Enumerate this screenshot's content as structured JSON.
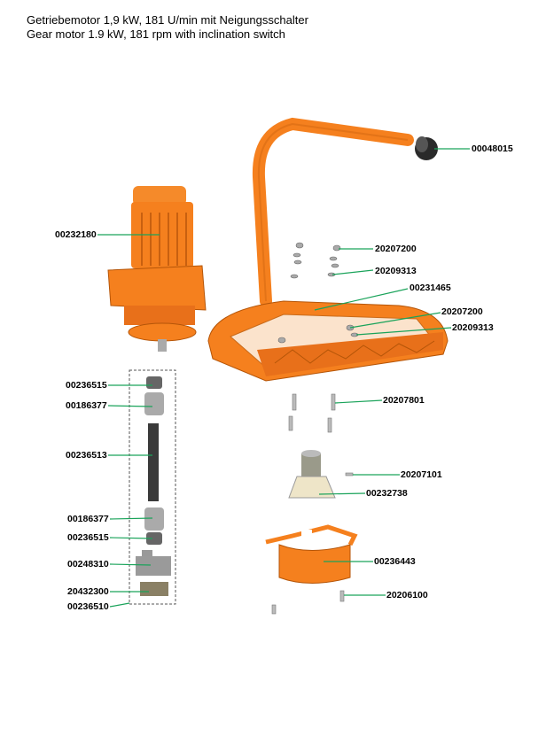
{
  "title": {
    "de": "Getriebemotor 1,9 kW, 181 U/min mit Neigungsschalter",
    "en": "Gear motor 1.9 kW, 181 rpm with inclination switch"
  },
  "colors": {
    "part": "#f5801e",
    "leader": "#1aa35a",
    "grey_part": "#8a8a8a",
    "dark_part": "#3a3a3a"
  },
  "parts": [
    {
      "number": "00048015"
    },
    {
      "number": "00232180"
    },
    {
      "number": "20207200"
    },
    {
      "number": "20209313"
    },
    {
      "number": "00231465"
    },
    {
      "number": "20207200"
    },
    {
      "number": "20209313"
    },
    {
      "number": "20207801"
    },
    {
      "number": "20207101"
    },
    {
      "number": "00232738"
    },
    {
      "number": "00236443"
    },
    {
      "number": "20206100"
    },
    {
      "number": "00236515"
    },
    {
      "number": "00186377"
    },
    {
      "number": "00236513"
    },
    {
      "number": "00186377"
    },
    {
      "number": "00236515"
    },
    {
      "number": "00248310"
    },
    {
      "number": "20432300"
    },
    {
      "number": "00236510"
    }
  ]
}
